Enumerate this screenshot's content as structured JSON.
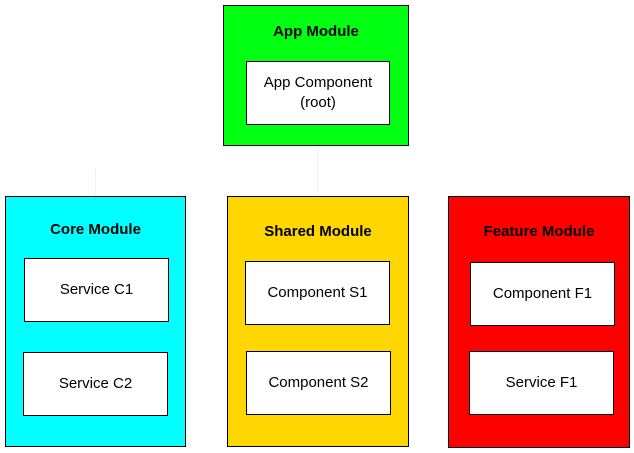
{
  "colors": {
    "app_module": "#00ff11",
    "core_module": "#00ffff",
    "shared_module": "#ffd700",
    "feature_module": "#ff0000"
  },
  "app_module": {
    "title": "App Module",
    "component_line1": "App Component",
    "component_line2": "(root)"
  },
  "core_module": {
    "title": "Core Module",
    "items": [
      "Service C1",
      "Service C2"
    ]
  },
  "shared_module": {
    "title": "Shared Module",
    "items": [
      "Component S1",
      "Component S2"
    ]
  },
  "feature_module": {
    "title": "Feature Module",
    "items": [
      "Component F1",
      "Service F1"
    ]
  }
}
